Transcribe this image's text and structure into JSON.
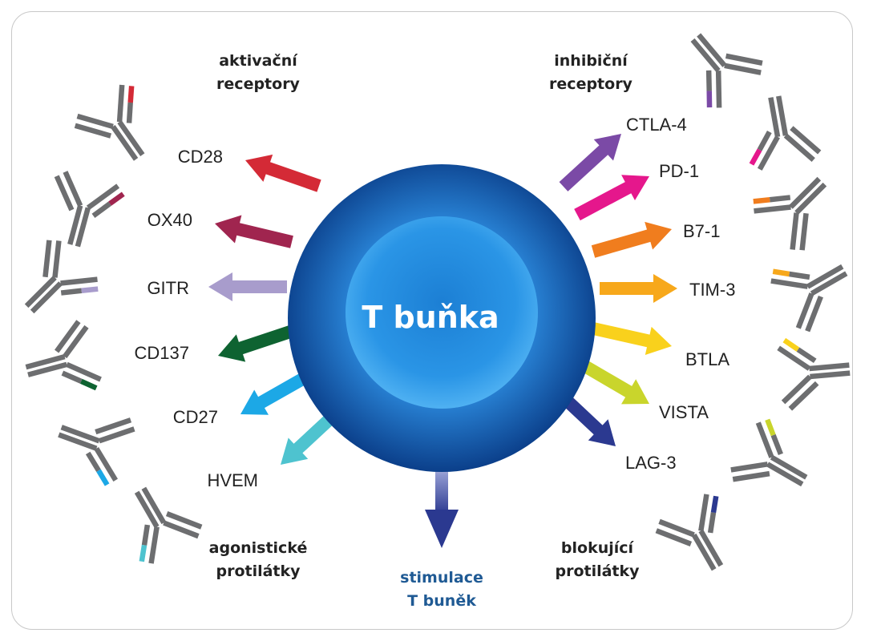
{
  "cell_label": "T buňka",
  "headers": {
    "activating_line1": "aktivační",
    "activating_line2": "receptory",
    "inhibitory_line1": "inhibiční",
    "inhibitory_line2": "receptory",
    "agonist_line1": "agonistické",
    "agonist_line2": "protilátky",
    "blocking_line1": "blokující",
    "blocking_line2": "protilátky",
    "stim_line1": "stimulace",
    "stim_line2": "T buněk"
  },
  "activating_receptors": [
    {
      "label": "CD28",
      "color": "#d42a36",
      "icon": "antibody-icon"
    },
    {
      "label": "OX40",
      "color": "#a0254f",
      "icon": "antibody-icon"
    },
    {
      "label": "GITR",
      "color": "#a89ccc",
      "icon": "antibody-icon"
    },
    {
      "label": "CD137",
      "color": "#0e6331",
      "icon": "antibody-icon"
    },
    {
      "label": "CD27",
      "color": "#1ca8e6",
      "icon": "antibody-icon"
    },
    {
      "label": "HVEM",
      "color": "#4ec3cf",
      "icon": "antibody-icon"
    }
  ],
  "inhibitory_receptors": [
    {
      "label": "CTLA-4",
      "color": "#7b4aa6",
      "icon": "antibody-icon"
    },
    {
      "label": "PD-1",
      "color": "#e5178c",
      "icon": "antibody-icon"
    },
    {
      "label": "B7-1",
      "color": "#f07d1e",
      "icon": "antibody-icon"
    },
    {
      "label": "TIM-3",
      "color": "#f7a81b",
      "icon": "antibody-icon"
    },
    {
      "label": "BTLA",
      "color": "#f9d11c",
      "icon": "antibody-icon"
    },
    {
      "label": "VISTA",
      "color": "#c9d52c",
      "icon": "antibody-icon"
    },
    {
      "label": "LAG-3",
      "color": "#2b3990",
      "icon": "antibody-icon"
    }
  ],
  "colors": {
    "antibody_gray": "#6d6e70",
    "stimulation_arrow": "#2b3990",
    "cell_outer": "#1a73c8",
    "cell_inner": "#2f8fe0"
  }
}
